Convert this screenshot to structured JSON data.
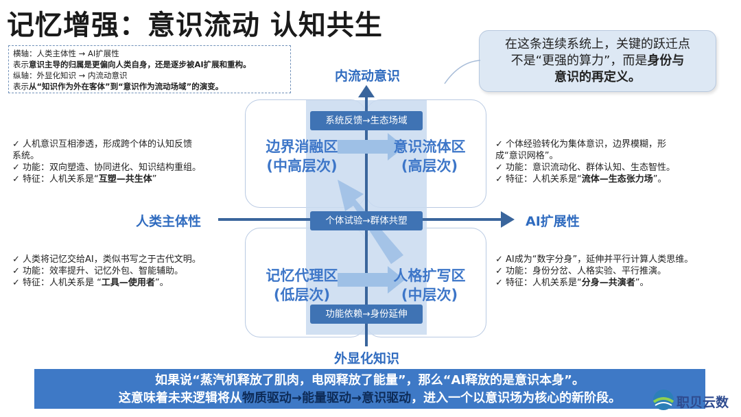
{
  "title": "记忆增强：意识流动 认知共生",
  "legend": {
    "line1": "横轴：人类主体性 → AI扩展性",
    "line2_pre": "表示",
    "line2_bold": "意识主导的归属是更偏向人类自身，还是逐步被AI扩展和重构。",
    "line3": "纵轴：外显化知识 → 内流动意识",
    "line4_pre": "表示",
    "line4_bold": "从“知识作为外在客体”到“意识作为流动场域”的演变。"
  },
  "callout": {
    "line1": "在这条连续系统上，关键的跃迁点",
    "line2_pre": "不是“更强的算力”，而是",
    "line2_bold": "身份与",
    "line3_bold": "意识的再定义。"
  },
  "axes": {
    "top": "内流动意识",
    "bottom": "外显化知识",
    "left": "人类主体性",
    "right": "AI扩展性"
  },
  "zones": {
    "tl": {
      "name": "边界消融区",
      "level": "(中高层次)"
    },
    "tr": {
      "name": "意识流体区",
      "level": "(高层次)"
    },
    "bl": {
      "name": "记忆代理区",
      "level": "(低层次)"
    },
    "br": {
      "name": "人格扩写区",
      "level": "(中层次)"
    }
  },
  "pills": {
    "top": "系统反馈→生态场域",
    "mid": "个体试验→群体共塑",
    "bottom": "功能依赖→身份延伸"
  },
  "bullets": {
    "tl": [
      "✓ 人机意识互相渗透，形成跨个体的认知反馈",
      "   系统。",
      "✓ 功能：双向塑造、协同进化、知识结构重组。"
    ],
    "tl_feature_pre": "✓ 特征：人机关系是“",
    "tl_feature_bold": "互塑—共生体",
    "tl_feature_post": "”",
    "tr": [
      "✓ 个体经验转化为集体意识，边界模糊，形",
      "   成“意识网格”。",
      "✓ 功能：意识流动化、群体认知、生态智性。"
    ],
    "tr_feature_pre": "✓ 特征：人机关系是“",
    "tr_feature_bold": "流体—生态张力场",
    "tr_feature_post": "”。",
    "bl": [
      "✓ 人类将记忆交给AI，类似书写之于古代文明。",
      "✓ 功能：效率提升、记忆外包、智能辅助。"
    ],
    "bl_feature_pre": "✓ 特征：人机关系是 “",
    "bl_feature_bold": "工具—使用者",
    "bl_feature_post": "”。",
    "br": [
      "✓ AI成为“数字分身”，延伸并平行计算人类思维。",
      "✓ 功能：身份分岔、人格实验、平行推演。"
    ],
    "br_feature_pre": "✓ 特征：人机关系是“",
    "br_feature_bold": "分身—共演者",
    "br_feature_post": "”。"
  },
  "banner": {
    "line1": "如果说“蒸汽机释放了肌肉，电网释放了能量”，那么“AI释放的是意识本身”。",
    "line2_pre": "这意味着未来逻辑将从",
    "line2_b1": "物质驱动→能量驱动→意识驱动",
    "line2_post": "，进入一个以意识场为核心的新阶段。"
  },
  "logo": {
    "text": "职贝云数"
  },
  "colors": {
    "accent": "#3f73b4",
    "zone_text": "#3d76c8",
    "arrow": "#3a659c",
    "band": "#c9dbf0"
  }
}
